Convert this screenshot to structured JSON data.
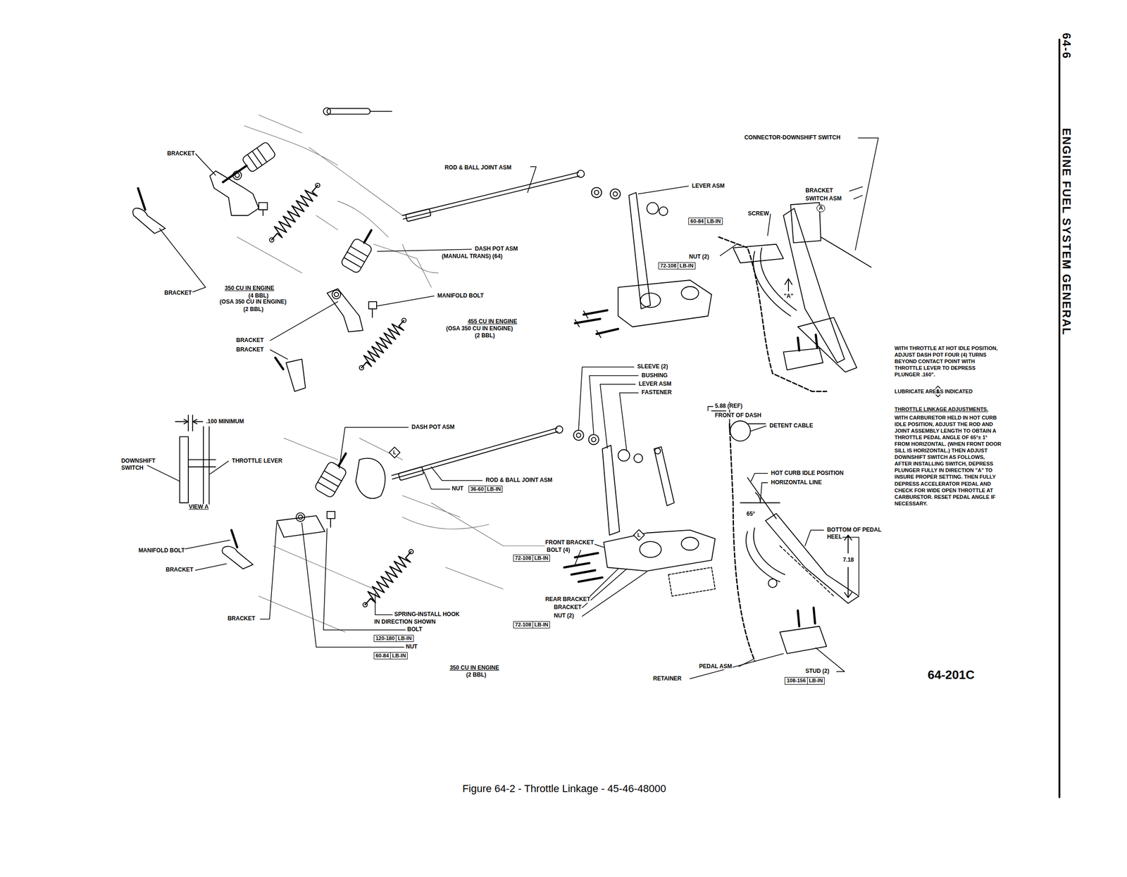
{
  "diagram": {
    "title": "ENGINE FUEL SYSTEM GENERAL",
    "caption": "Figure 64-2 - Throttle Linkage - 45-46-48000",
    "nodes": [
      {
        "text": [
          "60-84",
          "LB-IN"
        ]
      },
      {
        "text": [
          "72-108",
          "LB-IN"
        ]
      },
      {
        "text": [
          "36-60",
          "LB-IN"
        ]
      },
      {
        "text": [
          "72-108",
          "LB-IN"
        ]
      },
      {
        "text": [
          "72-108",
          "LB-IN"
        ]
      },
      {
        "text": [
          "120-180",
          "LB-IN"
        ]
      },
      {
        "text": [
          "60-84",
          "LB-IN"
        ]
      },
      {
        "text": [
          "108-156",
          "LB-IN"
        ]
      }
    ],
    "labels": [
      "BRACKET",
      "ROD & BALL JOINT ASM",
      "CONNECTOR-DOWNSHIFT SWITCH",
      "LEVER ASM",
      "BRACKET",
      "SWITCH ASM",
      "A",
      "SCREW",
      "DASH POT ASM",
      "(MANUAL TRANS) (64)",
      "NUT (2)",
      "\"A\"",
      "350 CU IN ENGINE",
      "(4 BBL)",
      "(OSA 350 CU IN ENGINE)",
      "(2 BBL)",
      "BRACKET",
      "MANIFOLD BOLT",
      "455 CU IN ENGINE",
      "(OSA 350 CU IN ENGINE)",
      "(2 BBL)",
      "BRACKET",
      "BRACKET",
      "WITH THROTTLE AT HOT IDLE POSITION, ADJUST DASH POT FOUR (4) TURNS BEYOND CONTACT POINT WITH THROTTLE LEVER TO DEPRESS PLUNGER .160\".",
      "LUBRICATE AREAS INDICATED",
      "L",
      "SLEEVE (2)",
      "BUSHING",
      "LEVER ASM",
      "FASTENER",
      "5.88 (REF)",
      "FRONT OF DASH",
      "DETENT CABLE",
      "THROTTLE LINKAGE ADJUSTMENTS.",
      "WITH CARBURETOR HELD IN HOT CURB IDLE POSITION, ADJUST THE ROD AND JOINT ASSEMBLY LENGTH TO OBTAIN A THROTTLE PEDAL ANGLE OF 65°± 1° FROM HORIZONTAL. (WHEN FRONT DOOR SILL IS HORIZONTAL.) THEN ADJUST DOWNSHIFT SWITCH AS FOLLOWS, AFTER INSTALLING SWITCH, DEPRESS PLUNGER FULLY IN DIRECTION \"A\" TO INSURE PROPER SETTING. THEN FULLY DEPRESS ACCELERATOR PEDAL AND CHECK FOR WIDE OPEN THROTTLE AT CARBURETOR. RESET PEDAL ANGLE IF NECESSARY.",
      ".100 MINIMUM",
      "DASH POT ASM",
      "L",
      "DOWNSHIFT",
      "SWITCH",
      "THROTTLE LEVER",
      "VIEW A",
      "ROD & BALL JOINT ASM",
      "NUT",
      "HOT CURB IDLE POSITION",
      "HORIZONTAL LINE",
      "65°",
      "BOTTOM OF PEDAL",
      "HEEL",
      "7.18",
      "L",
      "MANIFOLD BOLT",
      "BRACKET",
      "FRONT BRACKET",
      "BOLT (4)",
      "REAR BRACKET",
      "BRACKET",
      "NUT (2)",
      "SPRING-INSTALL HOOK",
      "IN DIRECTION SHOWN",
      "BOLT",
      "NUT",
      "BRACKET",
      "350 CU IN ENGINE",
      "(2 BBL)",
      "PEDAL ASM",
      "RETAINER",
      "STUD (2)",
      "64-201C",
      "64-6"
    ]
  }
}
